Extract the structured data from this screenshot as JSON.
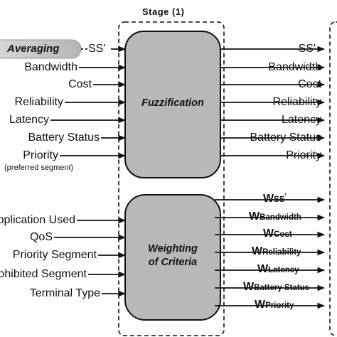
{
  "stage_label": "Stage (1)",
  "averaging_label": "Averaging",
  "ss_input_label": "SS'",
  "box_top_label": "Fuzzification",
  "box_bottom_label": [
    "Weighting",
    "of Criteria"
  ],
  "inputs_top": [
    "Bandwidth",
    "Cost",
    "Reliability",
    "Latency",
    "Battery Status",
    "Priority"
  ],
  "inputs_top_note": "preferred segment)",
  "inputs_bottom": [
    "Application Used",
    "QoS",
    "Priority Segment",
    "Prohibited Segment",
    "Terminal Type"
  ],
  "outputs_top": [
    "SS'",
    "Bandwidth",
    "Cost",
    "Reliability",
    "Latency",
    "Battery Status",
    "Priority"
  ],
  "weight_prefix": "W",
  "weight_ss_sub": "SS",
  "weight_ss_sup": "'",
  "weight_subs": [
    "Bandwidth",
    "Cost",
    "Reliability",
    "Latency",
    "Battery Status",
    "Priority"
  ],
  "colors": {
    "box_fill": "#b8b8b8",
    "averaging_fill": "#c4c4c4",
    "line": "#111111"
  }
}
